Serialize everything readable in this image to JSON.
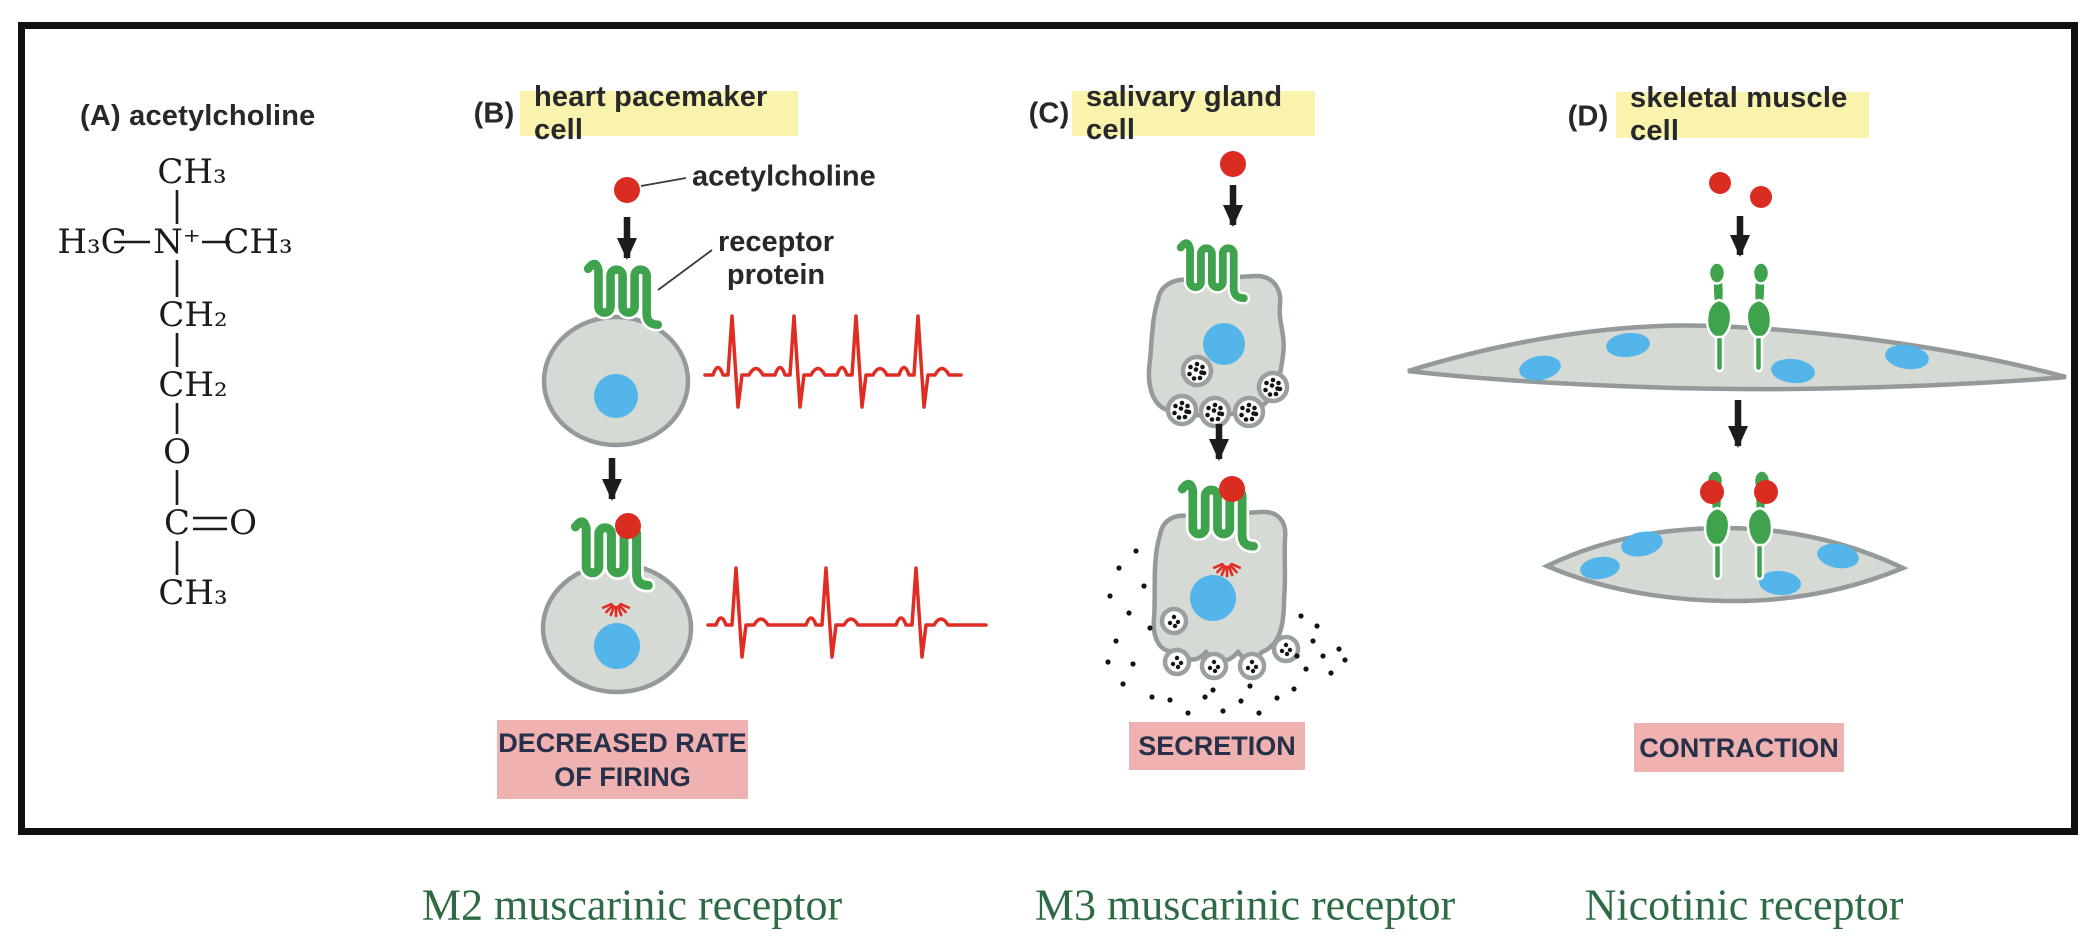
{
  "figure": {
    "panel_a": {
      "label": "(A)",
      "title": "acetylcholine",
      "formula": {
        "ch3_top": "CH₃",
        "h3c": "H₃C",
        "n": "N⁺",
        "ch3_right": "CH₃",
        "ch2_1": "CH₂",
        "ch2_2": "CH₂",
        "o_ester": "O",
        "c_carbonyl": "C",
        "o_carbonyl": "O",
        "ch3_bottom": "CH₃"
      }
    },
    "panel_b": {
      "label": "(B)",
      "title": "heart pacemaker cell",
      "ligand_label": "acetylcholine",
      "receptor_label_line1": "receptor",
      "receptor_label_line2": "protein",
      "outcome_line1": "DECREASED RATE",
      "outcome_line2": "OF FIRING",
      "receptor_type": "M2 muscarinic receptor"
    },
    "panel_c": {
      "label": "(C)",
      "title": "salivary gland cell",
      "outcome": "SECRETION",
      "receptor_type": "M3 muscarinic receptor"
    },
    "panel_d": {
      "label": "(D)",
      "title": "skeletal muscle cell",
      "outcome": "CONTRACTION",
      "receptor_type": "Nicotinic receptor"
    },
    "colors": {
      "ligand_red": "#da2c20",
      "receptor_green": "#3fa24c",
      "nucleus_blue": "#53b5ea",
      "cell_gray": "#d6dad5",
      "highlight_yellow": "#faf3ad",
      "outcome_pink": "#efb2b0",
      "ecg_red": "#e02d24",
      "receptor_text_green": "#2e6b44",
      "frame_black": "#101010"
    }
  }
}
